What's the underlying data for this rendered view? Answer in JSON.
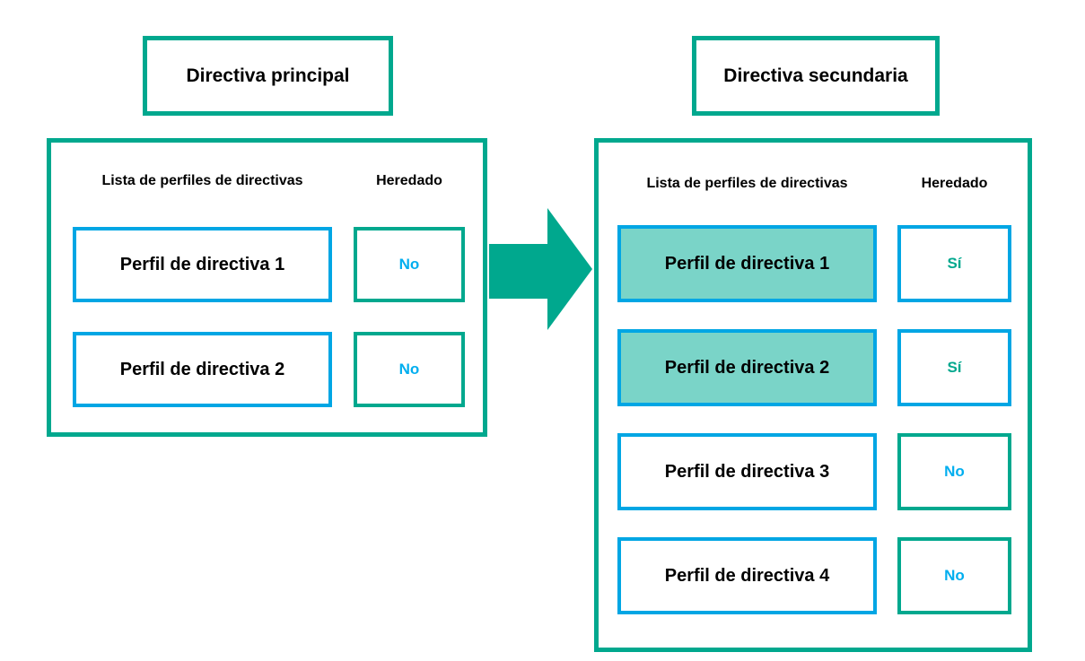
{
  "panels": {
    "left": {
      "title": "Directiva principal",
      "list_header": "Lista de perfiles de directivas",
      "inherited_header": "Heredado",
      "rows": [
        {
          "profile": "Perfil de directiva 1",
          "inherited": "No",
          "highlighted": false
        },
        {
          "profile": "Perfil de directiva 2",
          "inherited": "No",
          "highlighted": false
        }
      ]
    },
    "right": {
      "title": "Directiva secundaria",
      "list_header": "Lista de perfiles de directivas",
      "inherited_header": "Heredado",
      "rows": [
        {
          "profile": "Perfil de directiva 1",
          "inherited": "Sí",
          "highlighted": true
        },
        {
          "profile": "Perfil de directiva 2",
          "inherited": "Sí",
          "highlighted": true
        },
        {
          "profile": "Perfil de directiva 3",
          "inherited": "No",
          "highlighted": false
        },
        {
          "profile": "Perfil de directiva 4",
          "inherited": "No",
          "highlighted": false
        }
      ]
    }
  },
  "arrow": {
    "icon": "right-arrow-icon",
    "color": "#00A88E"
  },
  "colors": {
    "teal_border": "#00A88E",
    "blue_border": "#00A6E4",
    "no_text": "#00AEEF",
    "yes_text": "#00A88E",
    "highlight_fill": "#7AD4C8"
  }
}
